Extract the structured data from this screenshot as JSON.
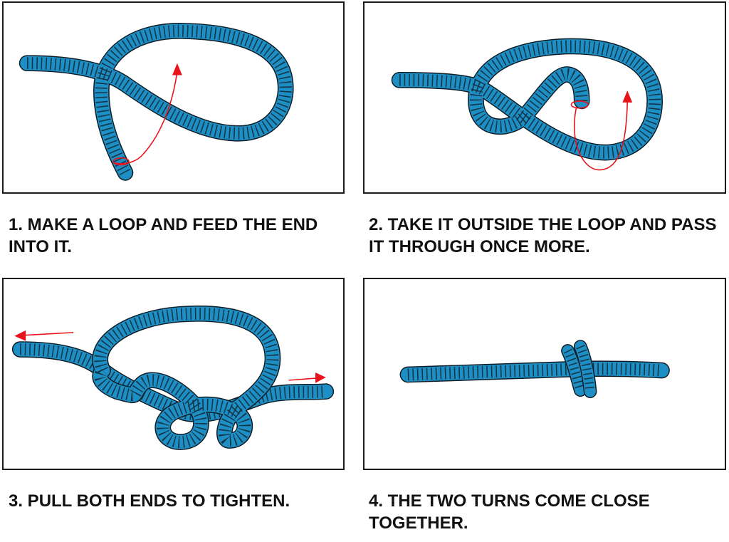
{
  "colors": {
    "rope": "#1e8fc4",
    "rope_outline": "#0d1b24",
    "rope_ribs": "#123548",
    "arrow": "#e8121b",
    "border": "#1b1b1b"
  },
  "icons": [
    "rope-loop-icon",
    "curved-arrow-icon",
    "pull-arrow-icon",
    "knot-icon"
  ],
  "steps": [
    {
      "caption": "1. MAKE A LOOP AND FEED THE END INTO IT."
    },
    {
      "caption": "2. TAKE IT OUTSIDE THE LOOP AND PASS IT THROUGH ONCE MORE."
    },
    {
      "caption": "3. PULL BOTH ENDS TO TIGHTEN."
    },
    {
      "caption": "4. THE TWO TURNS COME CLOSE TOGETHER."
    }
  ]
}
